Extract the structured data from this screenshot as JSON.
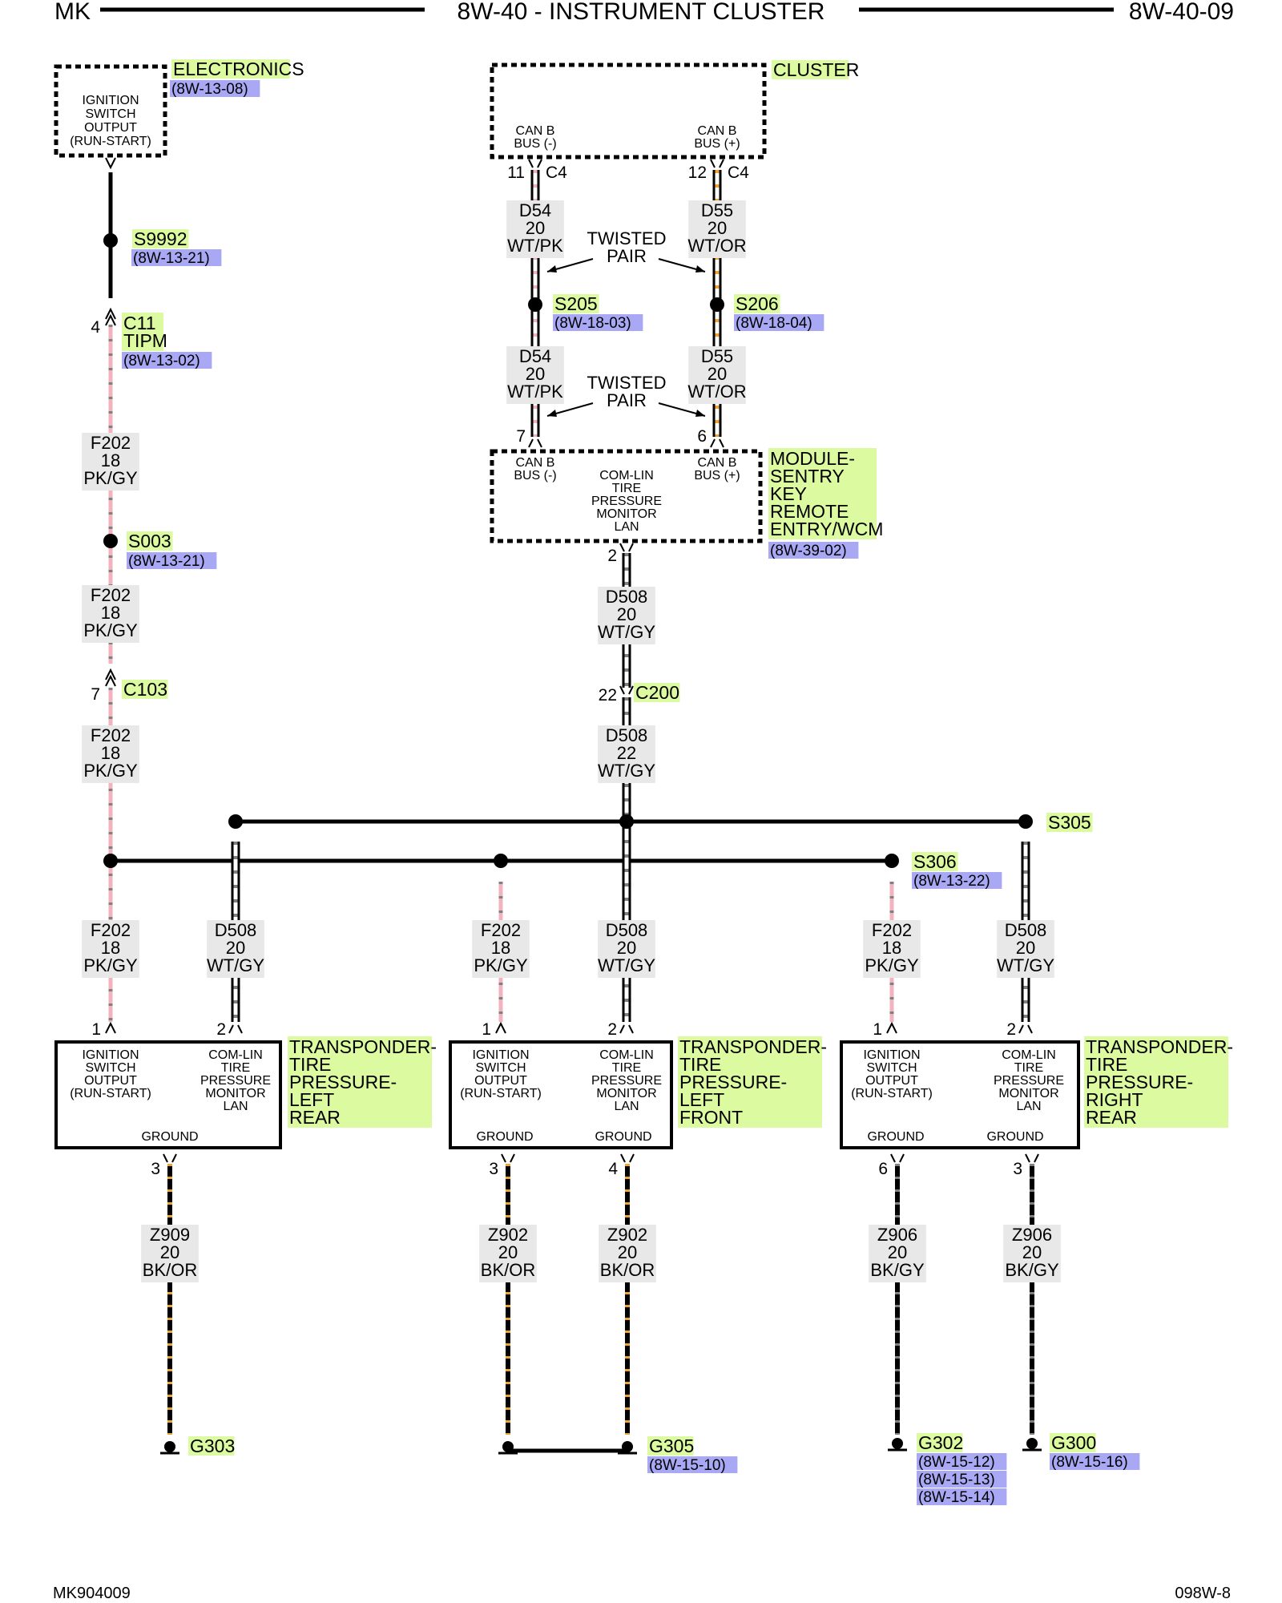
{
  "header": {
    "left": "MK",
    "center": "8W-40 - INSTRUMENT CLUSTER",
    "right": "8W-40-09"
  },
  "footer": {
    "left": "MK904009",
    "right": "098W-8"
  },
  "colors": {
    "label_green": "#dcfaa0",
    "ref_blue": "#a8a8f5",
    "green_text": "#3f8a05",
    "pink": "#f2b3be",
    "orange": "#f0a330",
    "gray_stripe": "#808080"
  },
  "components": {
    "electronics": {
      "name": "ELECTRONICS",
      "ref": "(8W-13-08)",
      "lines": [
        "IGNITION",
        "SWITCH",
        "OUTPUT",
        "(RUN-START)"
      ]
    },
    "cluster": {
      "name": "CLUSTER",
      "pin_left": "CAN B|BUS (-)",
      "pin_right": "CAN B|BUS (+)"
    },
    "module": {
      "name": [
        "MODULE-",
        "SENTRY",
        "KEY",
        "REMOTE",
        "ENTRY/WCM"
      ],
      "ref": "(8W-39-02)",
      "pin_left": "CAN B|BUS (-)",
      "pin_center": "COM-LIN|TIRE|PRESSURE|MONITOR|LAN",
      "pin_right": "CAN B|BUS (+)"
    },
    "tp_left_rear": {
      "name": [
        "TRANSPONDER-",
        "TIRE",
        "PRESSURE-",
        "LEFT",
        "REAR"
      ],
      "pin1": "IGNITION|SWITCH|OUTPUT|(RUN-START)",
      "pin2": "COM-LIN|TIRE|PRESSURE|MONITOR|LAN",
      "ground": "GROUND"
    },
    "tp_left_front": {
      "name": [
        "TRANSPONDER-",
        "TIRE",
        "PRESSURE-",
        "LEFT",
        "FRONT"
      ],
      "pin1": "IGNITION|SWITCH|OUTPUT|(RUN-START)",
      "pin2": "COM-LIN|TIRE|PRESSURE|MONITOR|LAN",
      "ground1": "GROUND",
      "ground2": "GROUND"
    },
    "tp_right_rear": {
      "name": [
        "TRANSPONDER-",
        "TIRE",
        "PRESSURE-",
        "RIGHT",
        "REAR"
      ],
      "pin1": "IGNITION|SWITCH|OUTPUT|(RUN-START)",
      "pin2": "COM-LIN|TIRE|PRESSURE|MONITOR|LAN",
      "ground1": "GROUND",
      "ground2": "GROUND"
    }
  },
  "splices": {
    "s9992": {
      "name": "S9992",
      "ref": "(8W-13-21)"
    },
    "s205": {
      "name": "S205",
      "ref": "(8W-18-03)"
    },
    "s206": {
      "name": "S206",
      "ref": "(8W-18-04)"
    },
    "s003": {
      "name": "S003",
      "ref": "(8W-13-21)"
    },
    "s305": {
      "name": "S305"
    },
    "s306": {
      "name": "S306",
      "ref": "(8W-13-22)"
    }
  },
  "connectors": {
    "c11": {
      "name": [
        "C11",
        "TIPM"
      ],
      "ref": "(8W-13-02)",
      "pin": "4"
    },
    "c103": {
      "name": "C103",
      "pin": "7"
    },
    "c200": {
      "name": "C200",
      "pin": "22"
    },
    "c4_left": {
      "pin": "11",
      "name": "C4"
    },
    "c4_right": {
      "pin": "12",
      "name": "C4"
    },
    "module_pin_left": "7",
    "module_pin_right": "6",
    "module_pin_bottom": "2",
    "tp_lr_pin1": "1",
    "tp_lr_pin2": "2",
    "tp_lr_gnd": "3",
    "tp_lf_pin1": "1",
    "tp_lf_pin2": "2",
    "tp_lf_gnd1": "3",
    "tp_lf_gnd2": "4",
    "tp_rr_pin1": "1",
    "tp_rr_pin2": "2",
    "tp_rr_gnd1": "6",
    "tp_rr_gnd2": "3"
  },
  "wires": {
    "d54a": [
      "D54",
      "20",
      "WT/PK"
    ],
    "d55a": [
      "D55",
      "20",
      "WT/OR"
    ],
    "d54b": [
      "D54",
      "20",
      "WT/PK"
    ],
    "d55b": [
      "D55",
      "20",
      "WT/OR"
    ],
    "f202a": [
      "F202",
      "18",
      "PK/GY"
    ],
    "f202b": [
      "F202",
      "18",
      "PK/GY"
    ],
    "f202c": [
      "F202",
      "18",
      "PK/GY"
    ],
    "d508a": [
      "D508",
      "20",
      "WT/GY"
    ],
    "d508b": [
      "D508",
      "22",
      "WT/GY"
    ],
    "f202_lr": [
      "F202",
      "18",
      "PK/GY"
    ],
    "d508_lr": [
      "D508",
      "20",
      "WT/GY"
    ],
    "f202_lf": [
      "F202",
      "18",
      "PK/GY"
    ],
    "d508_lf": [
      "D508",
      "20",
      "WT/GY"
    ],
    "f202_rr": [
      "F202",
      "18",
      "PK/GY"
    ],
    "d508_rr": [
      "D508",
      "20",
      "WT/GY"
    ],
    "z909": [
      "Z909",
      "20",
      "BK/OR"
    ],
    "z902a": [
      "Z902",
      "20",
      "BK/OR"
    ],
    "z902b": [
      "Z902",
      "20",
      "BK/OR"
    ],
    "z906a": [
      "Z906",
      "20",
      "BK/GY"
    ],
    "z906b": [
      "Z906",
      "20",
      "BK/GY"
    ]
  },
  "twisted_pair": [
    "TWISTED",
    "PAIR"
  ],
  "grounds": {
    "g303": {
      "name": "G303"
    },
    "g305": {
      "name": "G305",
      "ref": "(8W-15-10)"
    },
    "g302": {
      "name": "G302",
      "refs": [
        "(8W-15-12)",
        "(8W-15-13)",
        "(8W-15-14)"
      ]
    },
    "g300": {
      "name": "G300",
      "ref": "(8W-15-16)"
    }
  }
}
